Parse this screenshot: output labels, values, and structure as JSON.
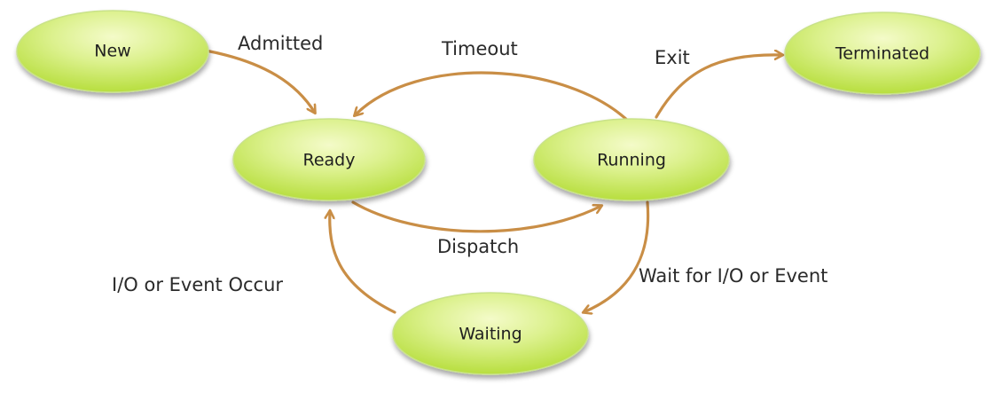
{
  "diagram": {
    "colors": {
      "node_fill_light": "#f4fbc9",
      "node_fill_mid": "#d9f089",
      "node_fill_dark": "#b7df3c",
      "node_stroke": "#c9e28a",
      "edge": "#c98e46",
      "text": "#1f1f1f"
    },
    "states": {
      "new": "New",
      "ready": "Ready",
      "running": "Running",
      "terminated": "Terminated",
      "waiting": "Waiting"
    },
    "transitions": {
      "admitted": "Admitted",
      "timeout": "Timeout",
      "exit": "Exit",
      "dispatch": "Dispatch",
      "io_event_occur": "I/O or Event Occur",
      "wait_for_io": "Wait for I/O or Event"
    }
  }
}
